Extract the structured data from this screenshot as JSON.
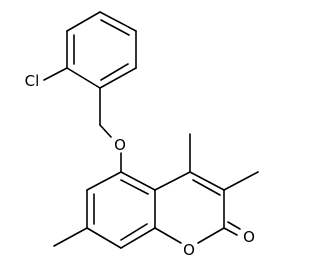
{
  "molecule": {
    "atoms": {
      "chlorine": "Cl",
      "ether_oxygen": "O",
      "ring_oxygen": "O",
      "carbonyl_oxygen": "O"
    }
  }
}
